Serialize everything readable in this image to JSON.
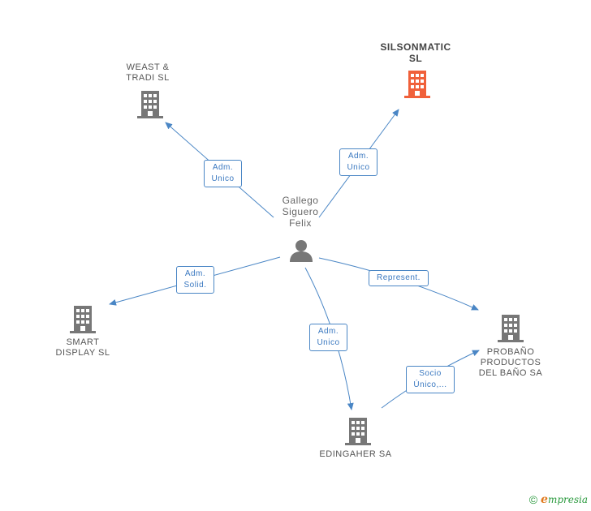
{
  "colors": {
    "edge": "#4a86c5",
    "building": "#777777",
    "building_main": "#f0603a",
    "person": "#777777"
  },
  "person": {
    "name": "Gallego\nSiguero\nFelix",
    "icon": "person-icon"
  },
  "companies": {
    "weast": {
      "name": "WEAST &\nTRADI SL",
      "icon": "building-icon"
    },
    "silsonmatic": {
      "name": "SILSONMATIC\nSL",
      "icon": "building-icon",
      "highlight": true
    },
    "smart": {
      "name": "SMART\nDISPLAY SL",
      "icon": "building-icon"
    },
    "probano": {
      "name": "PROBAÑO\nPRODUCTOS\nDEL BAÑO SA",
      "icon": "building-icon"
    },
    "edingaher": {
      "name": "EDINGAHER SA",
      "icon": "building-icon"
    }
  },
  "relations": {
    "weast": "Adm.\nUnico",
    "silsonmatic": "Adm.\nUnico",
    "smart": "Adm.\nSolid.",
    "probano": "Represent.",
    "edingaher": "Adm.\nUnico",
    "edingaher_probano": "Socio\nÚnico,..."
  },
  "footer": {
    "copyright": "©",
    "brand_initial": "e",
    "brand_rest": "mpresia"
  }
}
